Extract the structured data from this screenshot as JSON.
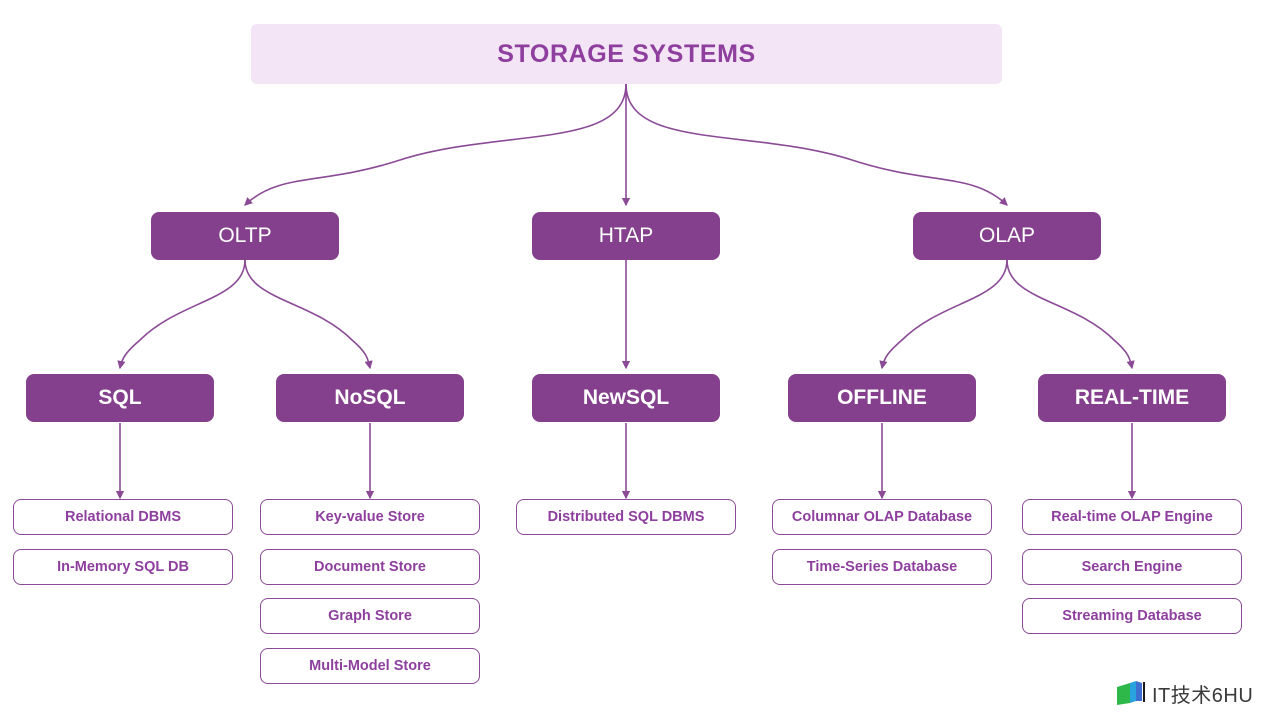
{
  "diagram": {
    "title": "STORAGE SYSTEMS",
    "colors": {
      "root_fill": "#f3e4f6",
      "root_text": "#8e3f9e",
      "node_fill": "#84408c",
      "node_text": "#ffffff",
      "leaf_fill": "#ffffff",
      "leaf_border": "#8b4a96",
      "leaf_text": "#8e3f9e",
      "edge": "#8b4a96"
    },
    "root": {
      "label": "STORAGE SYSTEMS"
    },
    "branches": [
      {
        "label": "OLTP"
      },
      {
        "label": "HTAP"
      },
      {
        "label": "OLAP"
      }
    ],
    "categories": [
      {
        "label": "SQL"
      },
      {
        "label": "NoSQL"
      },
      {
        "label": "NewSQL"
      },
      {
        "label": "OFFLINE"
      },
      {
        "label": "REAL-TIME"
      }
    ],
    "leaf_columns": [
      {
        "parent": "SQL",
        "items": [
          {
            "label": "Relational DBMS"
          },
          {
            "label": "In-Memory SQL DB"
          }
        ]
      },
      {
        "parent": "NoSQL",
        "items": [
          {
            "label": "Key-value Store"
          },
          {
            "label": "Document Store"
          },
          {
            "label": "Graph Store"
          },
          {
            "label": "Multi-Model Store"
          }
        ]
      },
      {
        "parent": "NewSQL",
        "items": [
          {
            "label": "Distributed SQL DBMS"
          }
        ]
      },
      {
        "parent": "OFFLINE",
        "items": [
          {
            "label": "Columnar OLAP Database"
          },
          {
            "label": "Time-Series Database"
          }
        ]
      },
      {
        "parent": "REAL-TIME",
        "items": [
          {
            "label": "Real-time OLAP Engine"
          },
          {
            "label": "Search Engine"
          },
          {
            "label": "Streaming Database"
          }
        ]
      }
    ]
  },
  "watermark": {
    "text": "IT技术6HU",
    "icon": "flag-logo-icon"
  }
}
